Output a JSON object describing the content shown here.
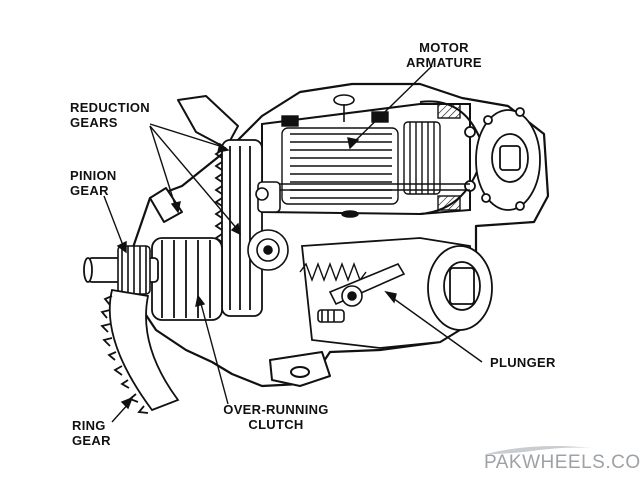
{
  "labels": {
    "motor_armature": "MOTOR\nARMATURE",
    "reduction_gears": "REDUCTION\nGEARS",
    "pinion_gear": "PINION\nGEAR",
    "plunger": "PLUNGER",
    "ring_gear": "RING\nGEAR",
    "over_running_clutch": "OVER-RUNNING\nCLUTCH"
  },
  "watermark": {
    "text": "PAKWHEELS.COM"
  },
  "colors": {
    "ink": "#111111",
    "paper": "#ffffff",
    "watermark": "#9ea2a6"
  }
}
